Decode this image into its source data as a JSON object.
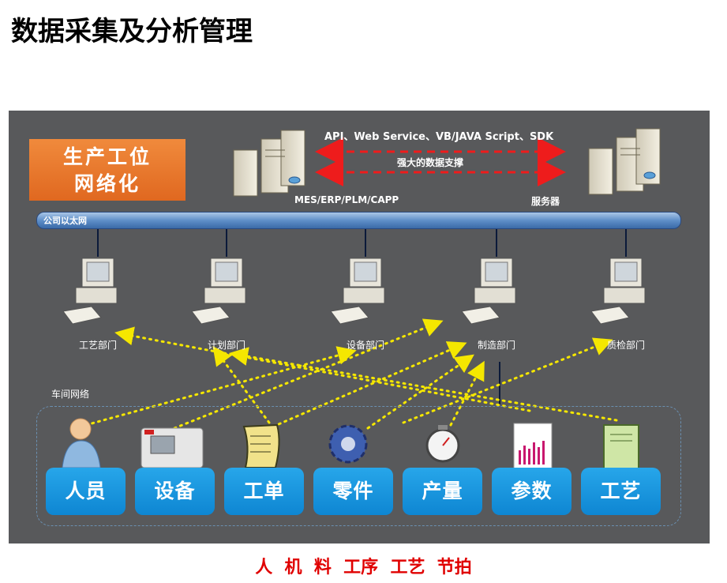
{
  "title": "数据采集及分析管理",
  "orange_box": {
    "line1": "生产工位",
    "line2": "网络化"
  },
  "top": {
    "api_line": "API、Web Service、VB/JAVA Script、SDK",
    "support": "强大的数据支撑",
    "mes": "MES/ERP/PLM/CAPP",
    "server": "服务器"
  },
  "bus_label": "公司以太网",
  "departments": [
    "工艺部门",
    "计划部门",
    "设备部门",
    "制造部门",
    "质检部门"
  ],
  "workshop_label": "车间网络",
  "categories": [
    "人员",
    "设备",
    "工单",
    "零件",
    "产量",
    "参数",
    "工艺"
  ],
  "subtitle": "人  机  料  工序  工艺  节拍",
  "colors": {
    "arrow_red": "#ee1c1c",
    "dot_yellow": "#f5e700",
    "button_blue": "#1597de",
    "orange": "#e8741e"
  }
}
